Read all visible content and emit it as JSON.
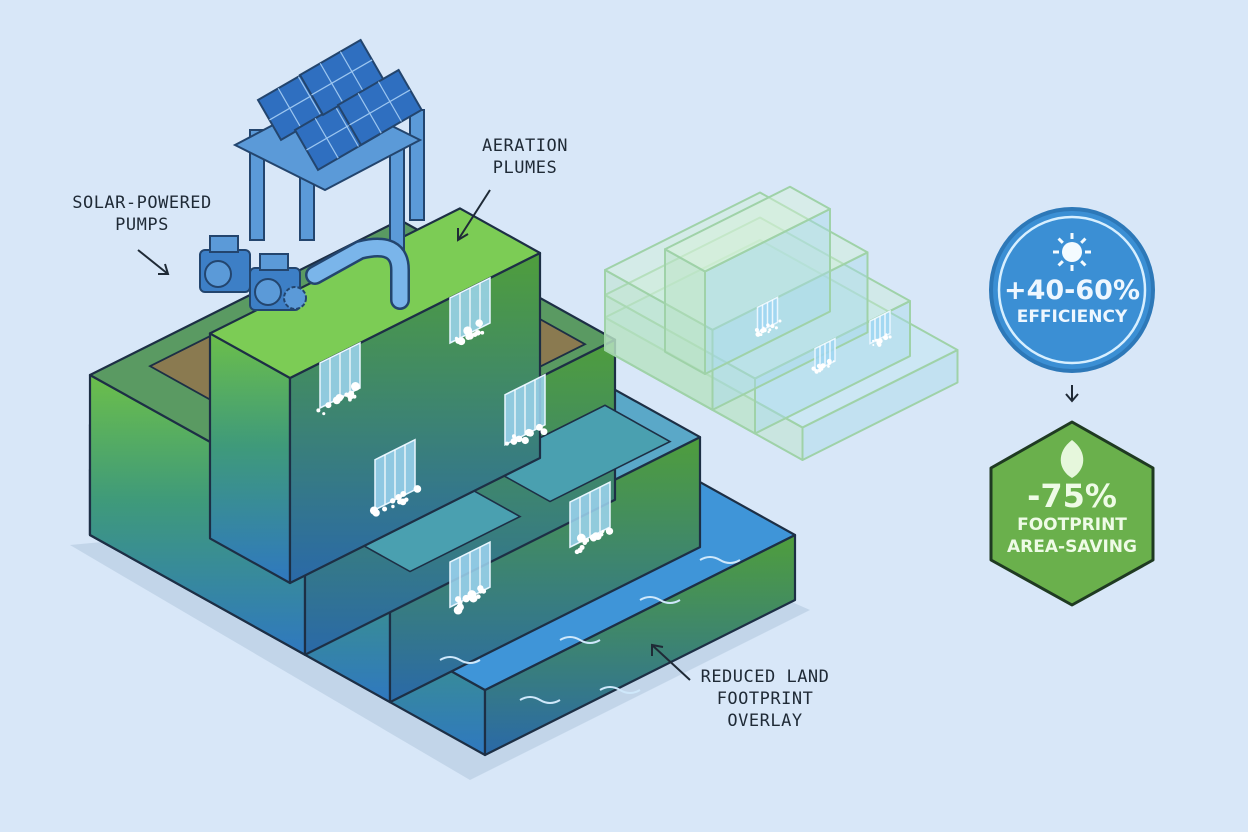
{
  "labels": {
    "solar_pumps": [
      "SOLAR-POWERED",
      "PUMPS"
    ],
    "aeration": [
      "AERATION",
      "PLUMES"
    ],
    "footprint": [
      "REDUCED LAND",
      "FOOTPRINT",
      "OVERLAY"
    ]
  },
  "badges": {
    "efficiency": {
      "icon": "sun-icon",
      "value": "+40-60%",
      "label": "EFFICIENCY",
      "color": "#3b8fd4"
    },
    "footprint": {
      "icon": "leaf-icon",
      "value": "-75%",
      "label_lines": [
        "FOOTPRINT",
        "AREA-SAVING"
      ],
      "color": "#6ab04c"
    }
  },
  "colors": {
    "background": "#d8e7f8",
    "grass": "#6cbf4a",
    "water": "#3f95d8",
    "pond": "#8a7a50",
    "outline": "#1d2f45"
  }
}
